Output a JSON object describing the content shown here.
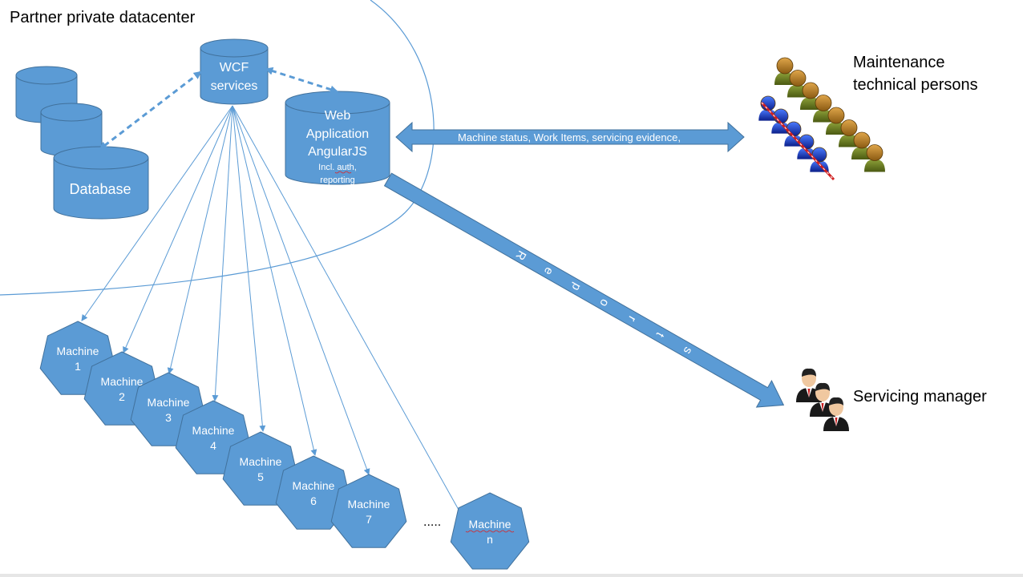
{
  "diagram": {
    "datacenter_label": "Partner private datacenter",
    "database_label": "Database",
    "wcf_label": [
      "WCF",
      "services"
    ],
    "webapp_label": [
      "Web",
      "Application",
      "AngularJS"
    ],
    "webapp_sublabel": [
      "Incl. auth,",
      "reporting"
    ],
    "status_arrow_label": "Machine status, Work Items, servicing evidence,",
    "reports_letters": [
      "R",
      "e",
      "p",
      "o",
      "r",
      "t",
      "s"
    ],
    "maintenance_label": [
      "Maintenance",
      "technical persons"
    ],
    "manager_label": "Servicing manager",
    "ellipsis": ".....",
    "machines": [
      {
        "line1": "Machine",
        "line2": "1"
      },
      {
        "line1": "Machine",
        "line2": "2"
      },
      {
        "line1": "Machine",
        "line2": "3"
      },
      {
        "line1": "Machine",
        "line2": "4"
      },
      {
        "line1": "Machine",
        "line2": "5"
      },
      {
        "line1": "Machine",
        "line2": "6"
      },
      {
        "line1": "Machine",
        "line2": "7"
      },
      {
        "line1": "Machine",
        "line2": "n"
      }
    ],
    "colors": {
      "shape_fill": "#5b9bd5",
      "shape_stroke": "#41719c",
      "line": "#5b9bd5",
      "text_light": "#ffffff",
      "text_dark": "#000000"
    }
  }
}
